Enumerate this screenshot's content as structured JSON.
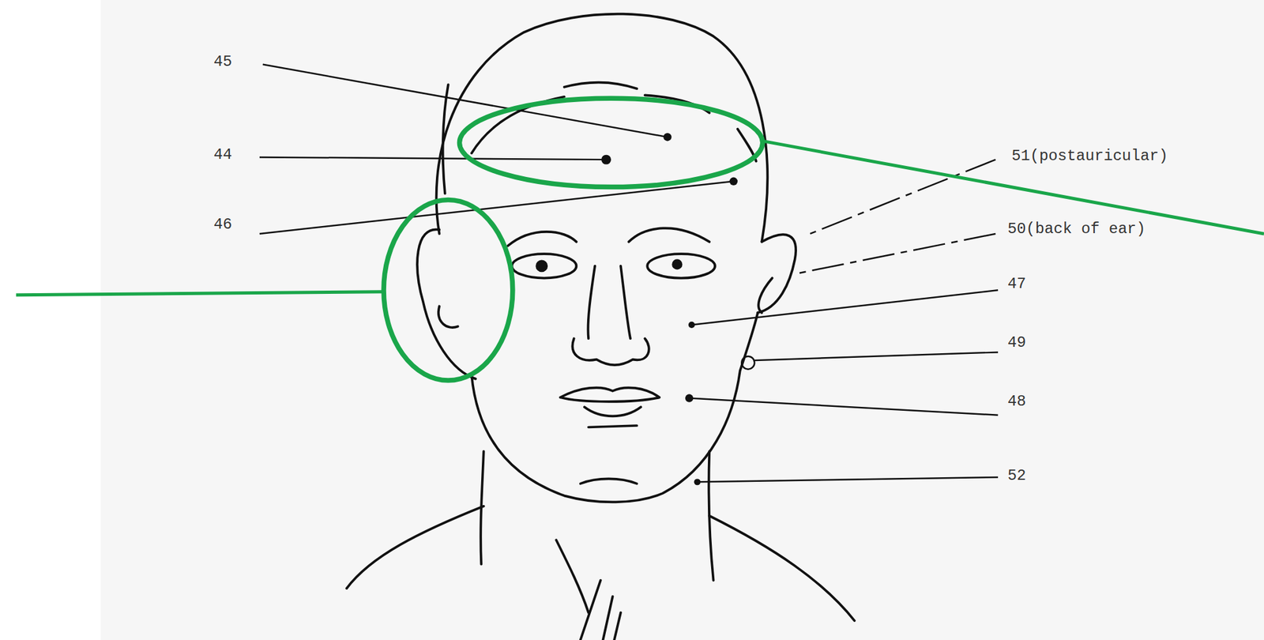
{
  "diagram": {
    "labels": [
      "45",
      "44",
      "46",
      "51(postauricular)",
      "50(back of ear)",
      "47",
      "49",
      "48",
      "52"
    ]
  }
}
